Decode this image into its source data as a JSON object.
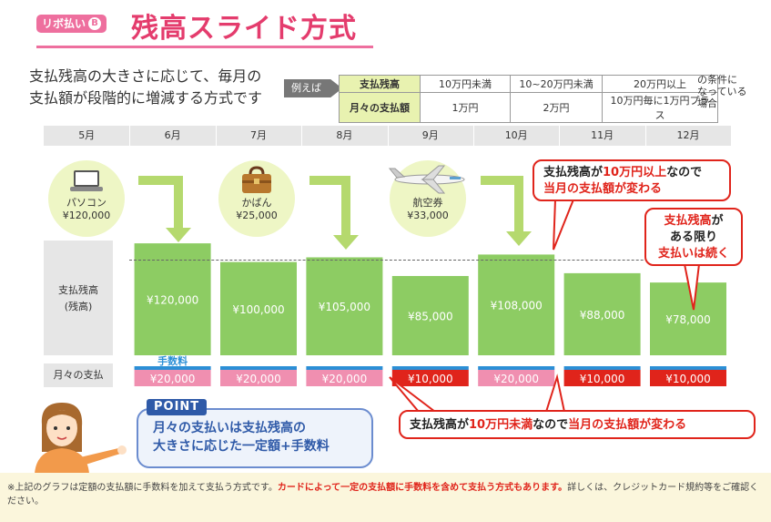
{
  "header": {
    "badge_text": "リボ払い",
    "badge_letter": "B",
    "title": "残高スライド方式"
  },
  "description": {
    "line1": "支払残高の大きさに応じて、毎月の",
    "line2": "支払額が段階的に増減する方式です"
  },
  "example_tag": "例えば",
  "conditions": {
    "row_headers": [
      "支払残高",
      "月々の支払額"
    ],
    "columns": [
      {
        "balance": "10万円未満",
        "payment": "1万円"
      },
      {
        "balance": "10~20万円未満",
        "payment": "2万円"
      },
      {
        "balance": "20万円以上",
        "payment": "10万円毎に1万円プラス"
      }
    ],
    "note_lines": [
      "の条件に",
      "なっている",
      "場合"
    ]
  },
  "left_labels": {
    "balance_line1": "支払残高",
    "balance_line2": "(残高)",
    "payment": "月々の支払"
  },
  "fee_label": "手数料",
  "purchases": [
    {
      "name": "パソコン",
      "price": "¥120,000",
      "icon": "laptop-icon"
    },
    {
      "name": "かばん",
      "price": "¥25,000",
      "icon": "bag-icon"
    },
    {
      "name": "航空券",
      "price": "¥33,000",
      "icon": "airplane-icon"
    }
  ],
  "callouts": {
    "c1_a": "支払残高が",
    "c1_b": "10万円以上",
    "c1_c": "なので",
    "c1_d": "当月の支払額が変わる",
    "c2_a": "支払残高",
    "c2_b": "が",
    "c2_c": "ある限り",
    "c2_d": "支払いは続く",
    "c3_a": "支払残高が",
    "c3_b": "10万円未満",
    "c3_c": "なので",
    "c3_d": "当月の支払額が変わる"
  },
  "point": {
    "tag": "POINT",
    "line1_a": "月々の支払いは",
    "line1_b": "支払残高の",
    "line2": "大きさに応じた一定額+手数料"
  },
  "footnote": {
    "a": "※上記のグラフは定額の支払額に手数料を加えて支払う方式です。",
    "b": "カードによって一定の支払額に手数料を含めて支払う方式もあります。",
    "c": "詳しくは、クレジットカード規約等をご確認ください。"
  },
  "colors": {
    "balance_bar": "#8dcc63",
    "payment_high": "#f08fb0",
    "payment_low": "#e0241b",
    "fee": "#2b8fd6",
    "accent_pink": "#e43c6d"
  },
  "chart_data": {
    "type": "bar",
    "categories": [
      "5月",
      "6月",
      "7月",
      "8月",
      "9月",
      "10月",
      "11月",
      "12月"
    ],
    "series": [
      {
        "name": "支払残高",
        "values": [
          null,
          120000,
          100000,
          105000,
          85000,
          108000,
          88000,
          78000
        ],
        "labels": [
          "",
          "¥120,000",
          "¥100,000",
          "¥105,000",
          "¥85,000",
          "¥108,000",
          "¥88,000",
          "¥78,000"
        ]
      },
      {
        "name": "月々の支払",
        "values": [
          null,
          20000,
          20000,
          20000,
          10000,
          20000,
          10000,
          10000
        ],
        "labels": [
          "",
          "¥20,000",
          "¥20,000",
          "¥20,000",
          "¥10,000",
          "¥20,000",
          "¥10,000",
          "¥10,000"
        ]
      }
    ],
    "ylim": [
      0,
      125000
    ]
  }
}
